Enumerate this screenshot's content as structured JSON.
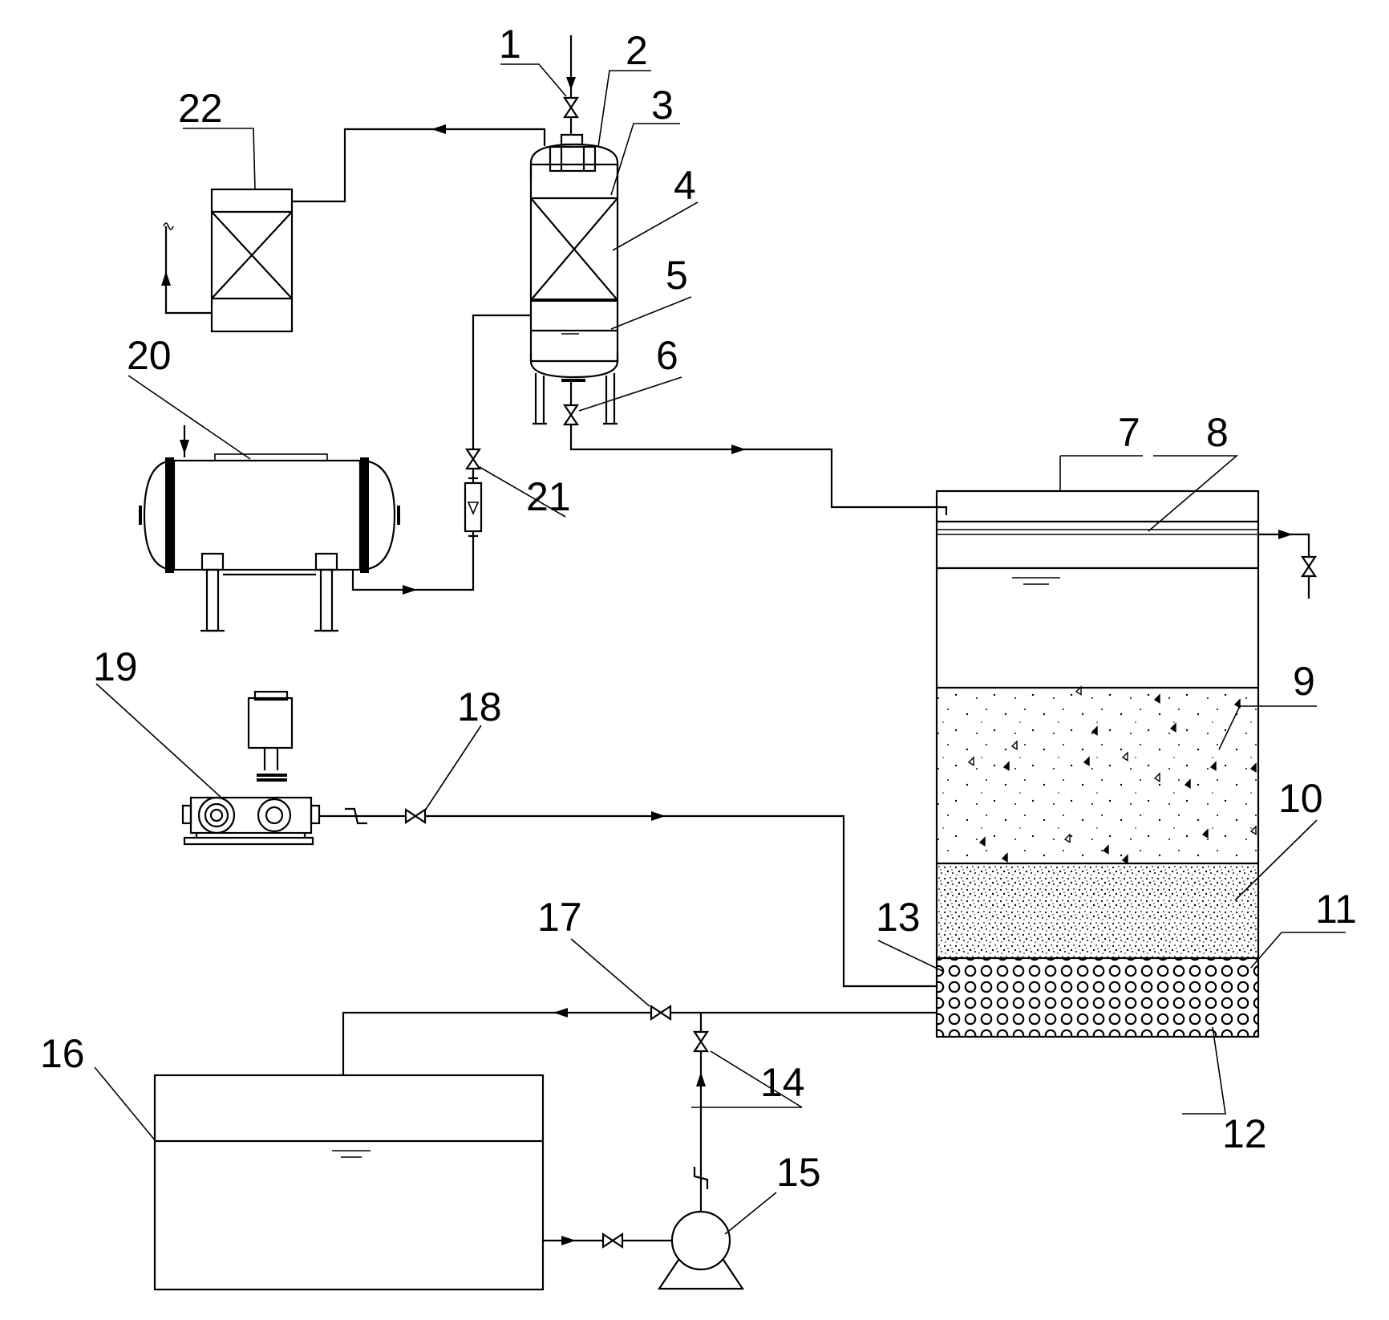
{
  "diagram": {
    "labels": [
      "1",
      "2",
      "3",
      "4",
      "5",
      "6",
      "7",
      "8",
      "9",
      "10",
      "11",
      "12",
      "13",
      "14",
      "15",
      "16",
      "17",
      "18",
      "19",
      "20",
      "21",
      "22"
    ]
  },
  "colors": {
    "line": "#000000",
    "background": "#ffffff"
  }
}
